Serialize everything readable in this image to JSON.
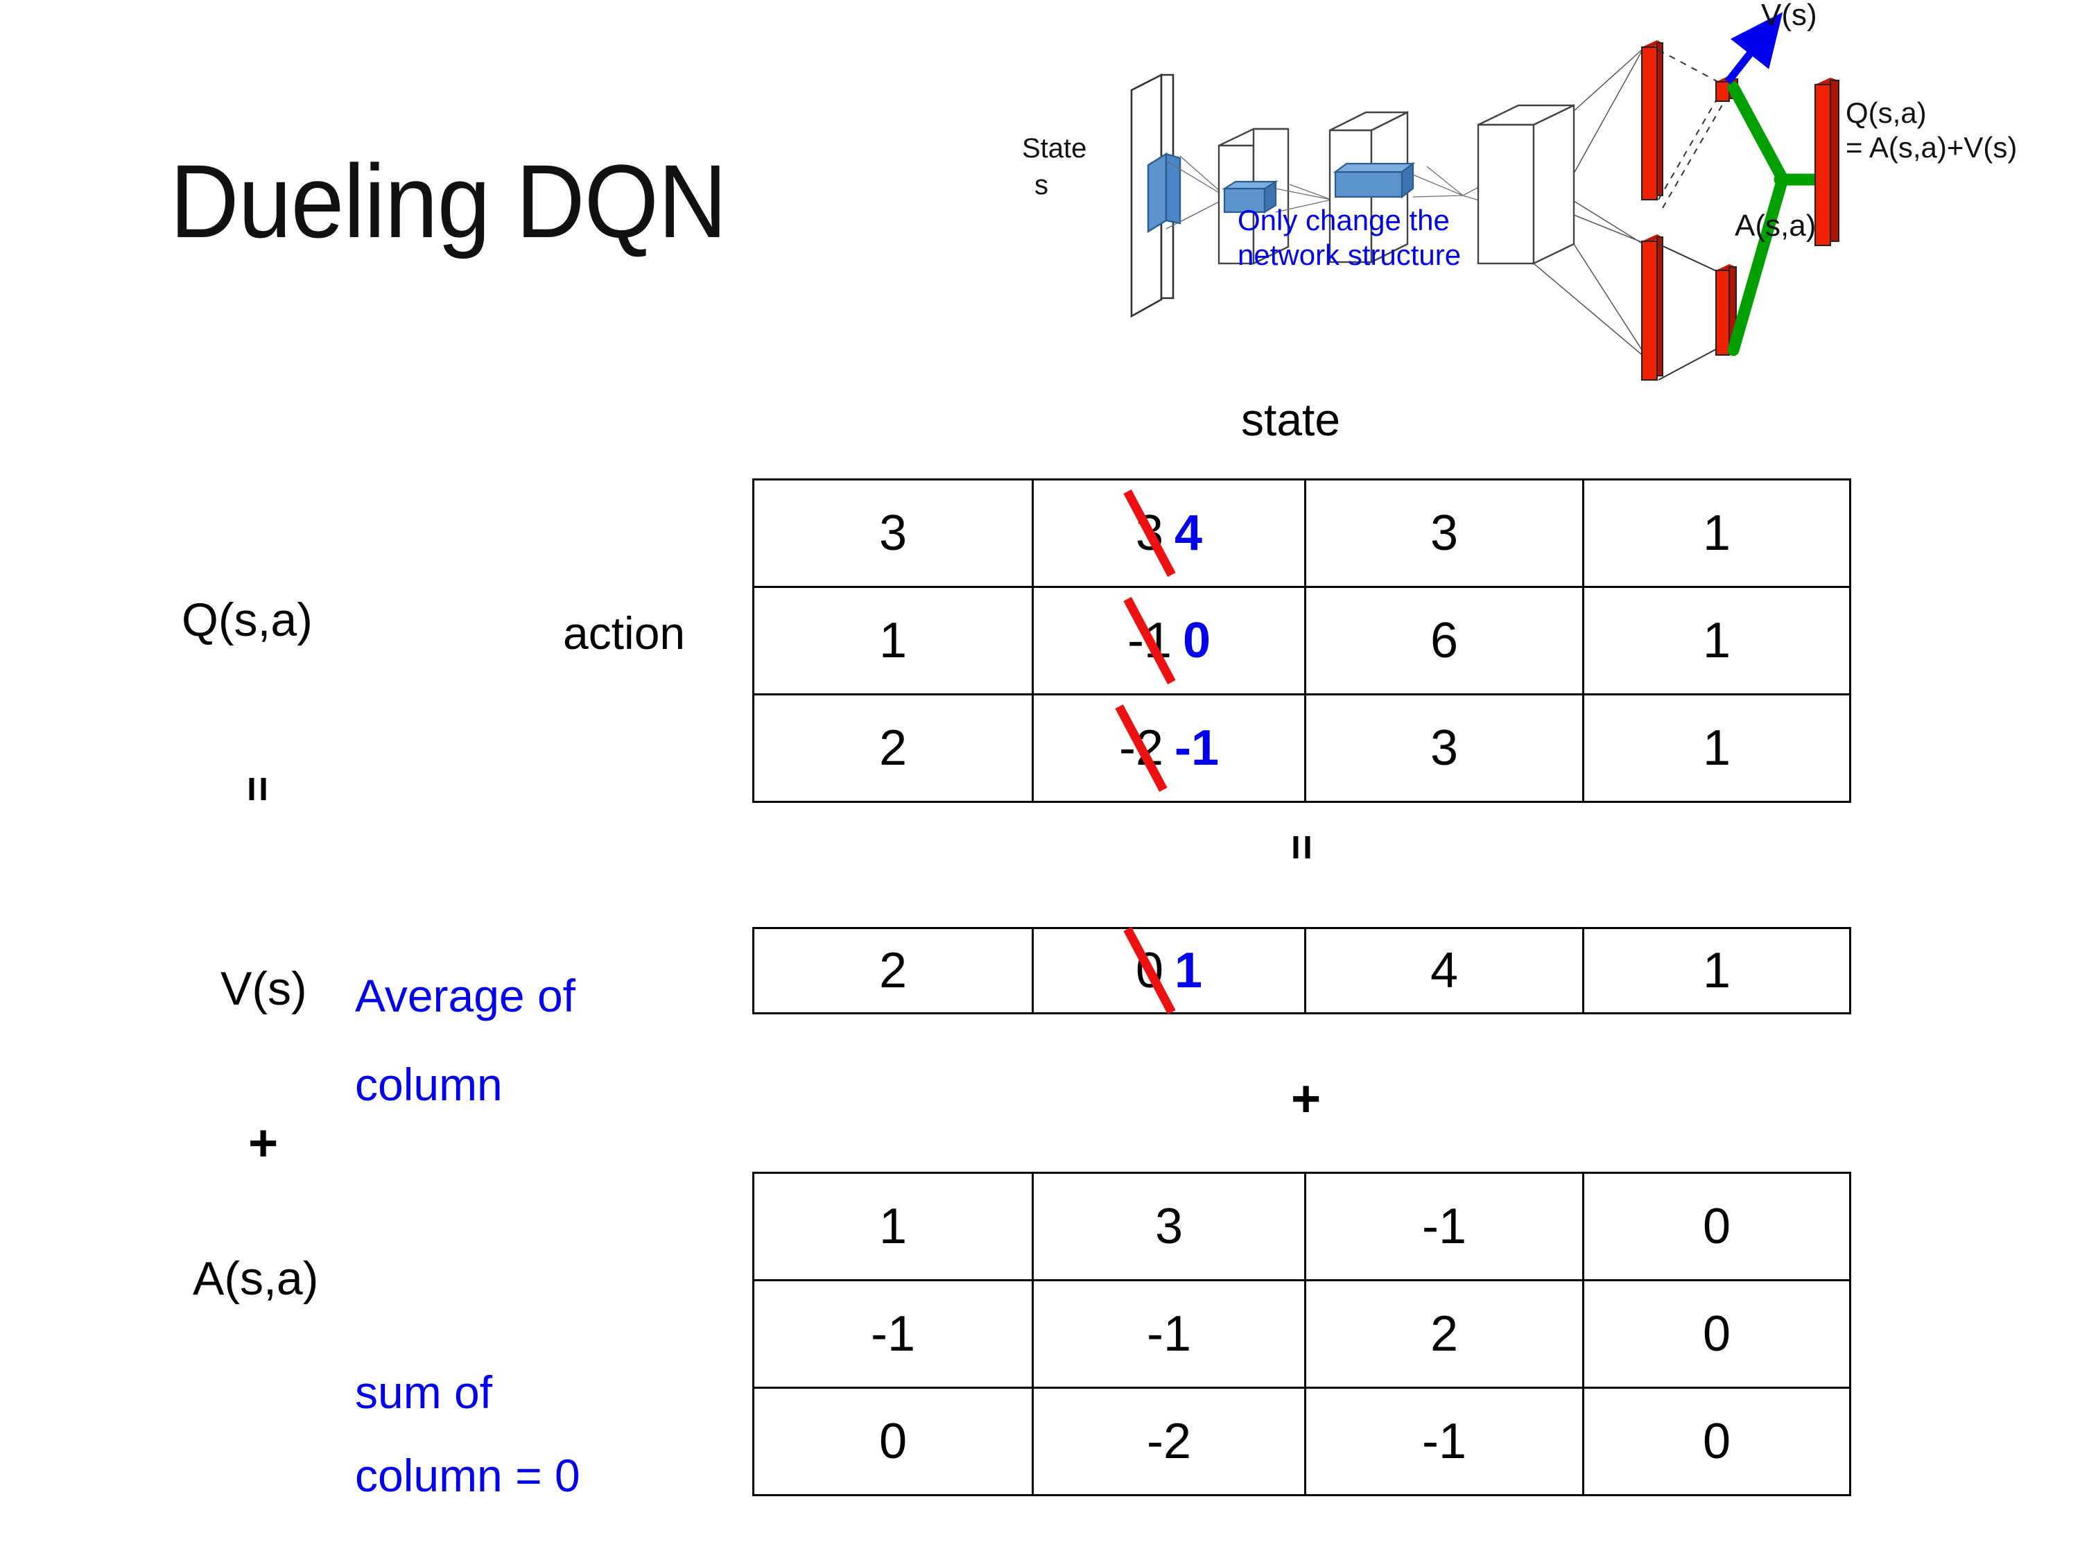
{
  "slide": {
    "title": "Dueling DQN"
  },
  "diagram": {
    "input_label_line1": "State",
    "input_label_line2": "s",
    "note_line1": "Only change the",
    "note_line2": "network structure",
    "value_label": "V(s)",
    "advantage_label": "A(s,a)",
    "q_label_line1": "Q(s,a)",
    "q_label_line2": "= A(s,a)+V(s)",
    "colors": {
      "input_block": "#4a86c8",
      "output_bar": "#ee2200",
      "combine_link": "#00a000",
      "value_arrow": "#0000ee",
      "note_text": "#0000ee"
    }
  },
  "axes": {
    "state_label": "state",
    "action_label": "action"
  },
  "labels": {
    "q": "Q(s,a)",
    "v": "V(s)",
    "a": "A(s,a)",
    "equals": "=",
    "plus": "+",
    "v_note_line1": "Average of",
    "v_note_line2": "column",
    "a_note_line1": "sum of",
    "a_note_line2": "column = 0"
  },
  "colors": {
    "edit_strike": "#ee1111",
    "edit_new": "#0000ee",
    "text": "#000000"
  },
  "chart_data": {
    "type": "table",
    "title": "Dueling DQN",
    "xlabel": "state",
    "ylabel": "action",
    "tables": [
      {
        "name": "Q(s,a)",
        "rows": [
          [
            {
              "value": "3"
            },
            {
              "value": "3",
              "struck": true,
              "new_value": "4"
            },
            {
              "value": "3"
            },
            {
              "value": "1"
            }
          ],
          [
            {
              "value": "1"
            },
            {
              "value": "-1",
              "struck": true,
              "new_value": "0"
            },
            {
              "value": "6"
            },
            {
              "value": "1"
            }
          ],
          [
            {
              "value": "2"
            },
            {
              "value": "-2",
              "struck": true,
              "new_value": "-1"
            },
            {
              "value": "3"
            },
            {
              "value": "1"
            }
          ]
        ]
      },
      {
        "name": "V(s)",
        "note": "Average of column",
        "rows": [
          [
            {
              "value": "2"
            },
            {
              "value": "0",
              "struck": true,
              "new_value": "1"
            },
            {
              "value": "4"
            },
            {
              "value": "1"
            }
          ]
        ]
      },
      {
        "name": "A(s,a)",
        "note": "sum of column = 0",
        "rows": [
          [
            {
              "value": "1"
            },
            {
              "value": "3"
            },
            {
              "value": "-1"
            },
            {
              "value": "0"
            }
          ],
          [
            {
              "value": "-1"
            },
            {
              "value": "-1"
            },
            {
              "value": "2"
            },
            {
              "value": "0"
            }
          ],
          [
            {
              "value": "0"
            },
            {
              "value": "-2"
            },
            {
              "value": "-1"
            },
            {
              "value": "0"
            }
          ]
        ]
      }
    ],
    "relation": "Q(s,a) = V(s) + A(s,a)"
  }
}
